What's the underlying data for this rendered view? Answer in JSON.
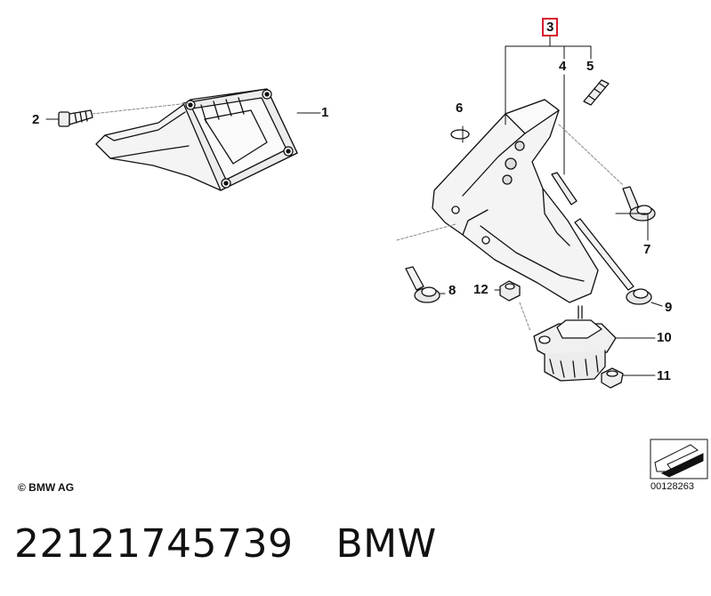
{
  "callouts": {
    "c1": "1",
    "c2": "2",
    "c3": "3",
    "c4": "4",
    "c5": "5",
    "c6": "6",
    "c7": "7",
    "c8": "8",
    "c9": "9",
    "c10": "10",
    "c11": "11",
    "c12": "12"
  },
  "highlight_color": "#d81b2c",
  "footer": {
    "copyright": "© BMW AG",
    "ref_number": "00128263",
    "part_number": "22121745739",
    "brand": "BMW"
  },
  "icons": [
    "bracket-drawing",
    "mount-drawing",
    "bolt-drawing",
    "nut-drawing",
    "orientation-arrow-icon"
  ]
}
